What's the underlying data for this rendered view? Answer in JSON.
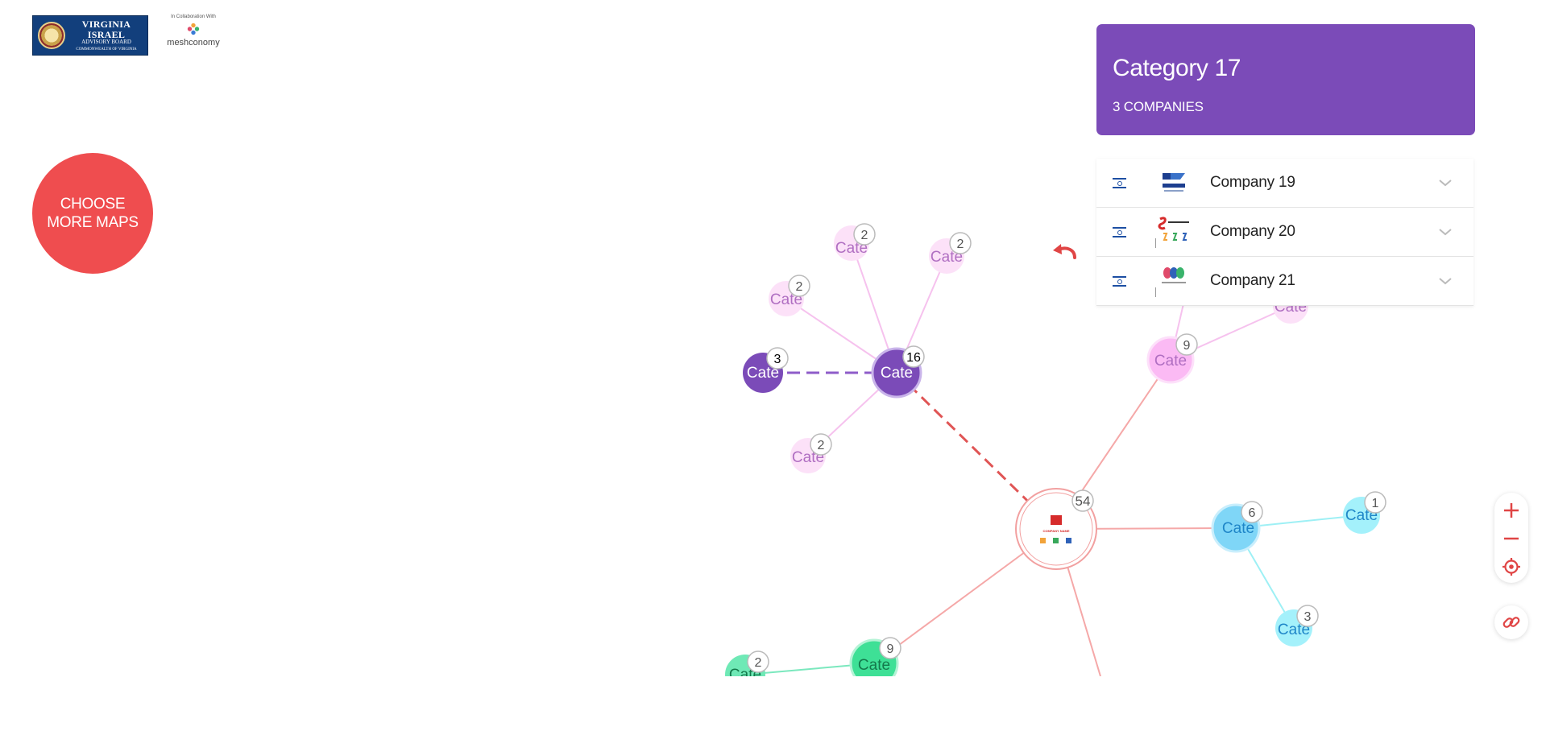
{
  "header": {
    "va_logo_line1": "VIRGINIA ISRAEL",
    "va_logo_line2": "ADVISORY BOARD",
    "va_logo_line3": "COMMONWEALTH OF VIRGINIA",
    "collab_text": "In Collaboration With",
    "mesh_name": "meshconomy"
  },
  "choose_button": {
    "label": "CHOOSE MORE MAPS"
  },
  "panel": {
    "title": "Category 17",
    "subtitle": "3 COMPANIES",
    "companies": [
      {
        "name": "Company 19",
        "flag_icon": "israel-flag-icon",
        "logo_icon": "company-19-logo"
      },
      {
        "name": "Company 20",
        "flag_icon": "israel-flag-icon",
        "logo_icon": "company-20-logo"
      },
      {
        "name": "Company 21",
        "flag_icon": "israel-flag-icon",
        "logo_icon": "company-21-logo"
      }
    ]
  },
  "graph": {
    "center": {
      "count": "54",
      "logo_text": "COMPANY NAME"
    },
    "nodes": [
      {
        "label": "Cate",
        "count": "16",
        "group": "purple-active"
      },
      {
        "label": "Cate",
        "count": "3",
        "group": "purple-selected"
      },
      {
        "label": "Cate",
        "count": "2",
        "group": "pink"
      },
      {
        "label": "Cate",
        "count": "2",
        "group": "pink"
      },
      {
        "label": "Cate",
        "count": "2",
        "group": "pink"
      },
      {
        "label": "Cate",
        "count": "2",
        "group": "pink"
      },
      {
        "label": "Cate",
        "count": "9",
        "group": "pink"
      },
      {
        "label": "Cate",
        "count": "",
        "group": "pink"
      },
      {
        "label": "Cate",
        "count": "6",
        "group": "blue"
      },
      {
        "label": "Cate",
        "count": "1",
        "group": "blue"
      },
      {
        "label": "Cate",
        "count": "3",
        "group": "blue"
      },
      {
        "label": "Cate",
        "count": "9",
        "group": "green"
      },
      {
        "label": "Cate",
        "count": "2",
        "group": "green"
      }
    ]
  },
  "controls": {
    "zoom_in_icon": "plus-icon",
    "zoom_out_icon": "minus-icon",
    "locate_icon": "target-icon",
    "link_icon": "link-icon",
    "undo_icon": "undo-icon"
  },
  "colors": {
    "accent_purple": "#7b4bb8",
    "choose_red": "#ef4d4f",
    "pink_node": "#f9c8f3",
    "blue_node": "#7fd6f7",
    "green_node": "#3ee096"
  }
}
